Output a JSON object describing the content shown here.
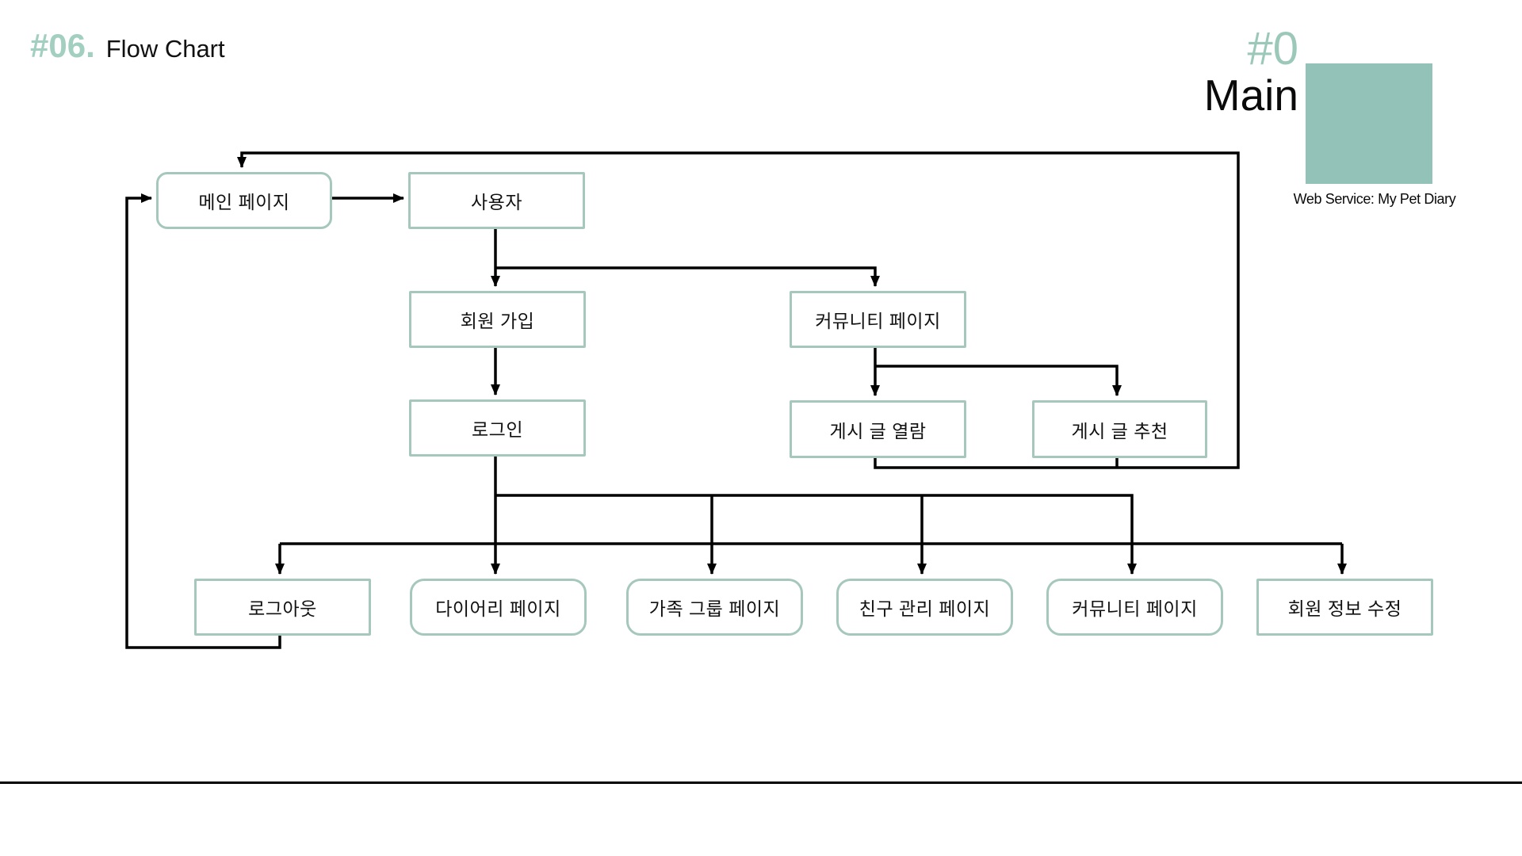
{
  "header": {
    "title_number": "#06.",
    "title_text": "Flow Chart"
  },
  "branding": {
    "page_number": "#0",
    "page_label": "Main",
    "caption": "Web Service: My Pet Diary"
  },
  "colors": {
    "accent_square": "#93c2b8",
    "node_border": "#a6c8bc",
    "title_number_teal": "#a3cfc0",
    "page_number_teal": "#9cc8ba",
    "connector": "#000000"
  },
  "nodes": [
    {
      "id": "main-page",
      "label": "메인 페이지"
    },
    {
      "id": "user",
      "label": "사용자"
    },
    {
      "id": "signup",
      "label": "회원 가입"
    },
    {
      "id": "community-page",
      "label": "커뮤니티 페이지"
    },
    {
      "id": "login",
      "label": "로그인"
    },
    {
      "id": "post-view",
      "label": "게시 글 열람"
    },
    {
      "id": "post-recommend",
      "label": "게시 글 추천"
    },
    {
      "id": "logout",
      "label": "로그아웃"
    },
    {
      "id": "diary-page",
      "label": "다이어리 페이지"
    },
    {
      "id": "family-group-page",
      "label": "가족 그룹 페이지"
    },
    {
      "id": "friend-manage-page",
      "label": "친구 관리 페이지"
    },
    {
      "id": "community-page-2",
      "label": "커뮤니티 페이지"
    },
    {
      "id": "edit-member-info",
      "label": "회원 정보 수정"
    }
  ],
  "edges": [
    {
      "from": "main-page",
      "to": "user"
    },
    {
      "from": "user",
      "to": "signup"
    },
    {
      "from": "user",
      "to": "community-page"
    },
    {
      "from": "signup",
      "to": "login"
    },
    {
      "from": "community-page",
      "to": "post-view"
    },
    {
      "from": "community-page",
      "to": "post-recommend"
    },
    {
      "from": "post-view",
      "to": "main-page"
    },
    {
      "from": "post-recommend",
      "to": "main-page"
    },
    {
      "from": "login",
      "to": "logout"
    },
    {
      "from": "login",
      "to": "diary-page"
    },
    {
      "from": "login",
      "to": "family-group-page"
    },
    {
      "from": "login",
      "to": "friend-manage-page"
    },
    {
      "from": "login",
      "to": "community-page-2"
    },
    {
      "from": "login",
      "to": "edit-member-info"
    },
    {
      "from": "logout",
      "to": "main-page"
    }
  ]
}
